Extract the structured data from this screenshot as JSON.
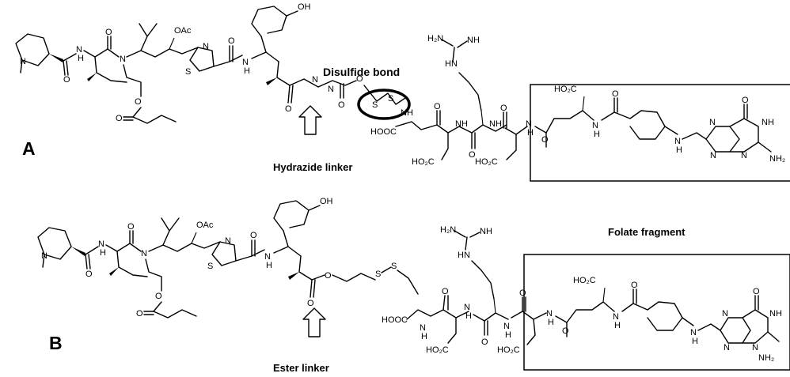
{
  "panels": [
    {
      "id": "A",
      "letter": "A",
      "linker_label": "Hydrazide linker",
      "bond_label": "Disulfide bond"
    },
    {
      "id": "B",
      "letter": "B",
      "linker_label": "Ester linker"
    }
  ],
  "folate_label": "Folate fragment",
  "atoms": {
    "N": "N",
    "H": "H",
    "O": "O",
    "S": "S",
    "OH": "OH",
    "OAc": "OAc",
    "NH": "NH",
    "H2N": "H₂N",
    "NH2": "NH₂",
    "HN": "HN",
    "HOOC": "HOOC",
    "HO2C": "HO₂C"
  },
  "colors": {
    "ink": "#000000",
    "background": "#ffffff"
  }
}
